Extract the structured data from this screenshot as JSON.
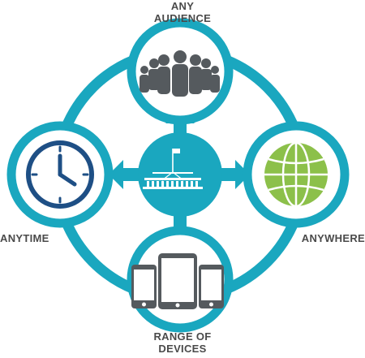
{
  "labels": {
    "top_line1": "ANY",
    "top_line2": "AUDIENCE",
    "left": "ANYTIME",
    "right": "ANYWHERE",
    "bottom_line1": "RANGE OF",
    "bottom_line2": "DEVICES"
  },
  "icons": {
    "center": "parliament-house-icon",
    "top": "people-group-icon",
    "left": "clock-icon",
    "right": "globe-icon",
    "bottom": "devices-icon"
  },
  "colors": {
    "teal": "#1aa7bf",
    "dark_teal": "#0e8ea5",
    "clock_blue": "#1e4f85",
    "globe_green": "#8cc04a",
    "gray": "#555a5e",
    "label_gray": "#4a4a4a"
  }
}
